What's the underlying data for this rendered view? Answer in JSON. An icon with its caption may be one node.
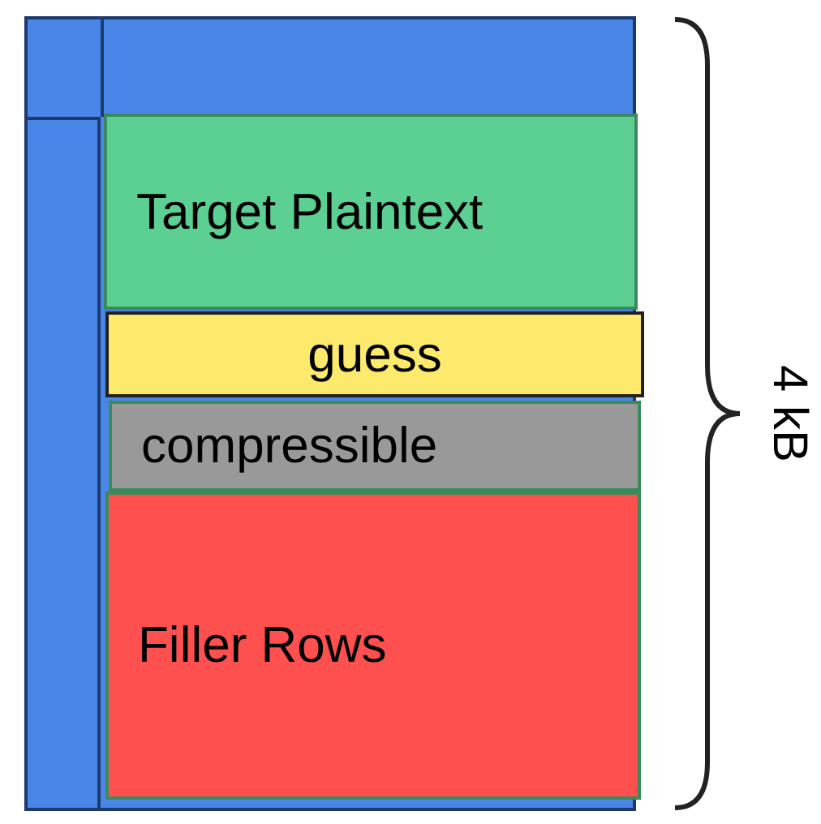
{
  "diagram": {
    "nodes": [
      {
        "text": [],
        "shape": "box"
      },
      {
        "text": [],
        "shape": "box",
        "in": 0
      },
      {
        "text": [],
        "shape": "box",
        "in": 0
      },
      {
        "text": [
          "Target Plaintext"
        ],
        "in": 0
      },
      {
        "text": [
          "guess"
        ],
        "in": 0
      },
      {
        "text": [
          "compressible"
        ],
        "in": 0
      },
      {
        "text": [
          "Filler Rows"
        ],
        "in": 0
      }
    ],
    "edges": [],
    "labels": [
      "4 kB"
    ]
  }
}
